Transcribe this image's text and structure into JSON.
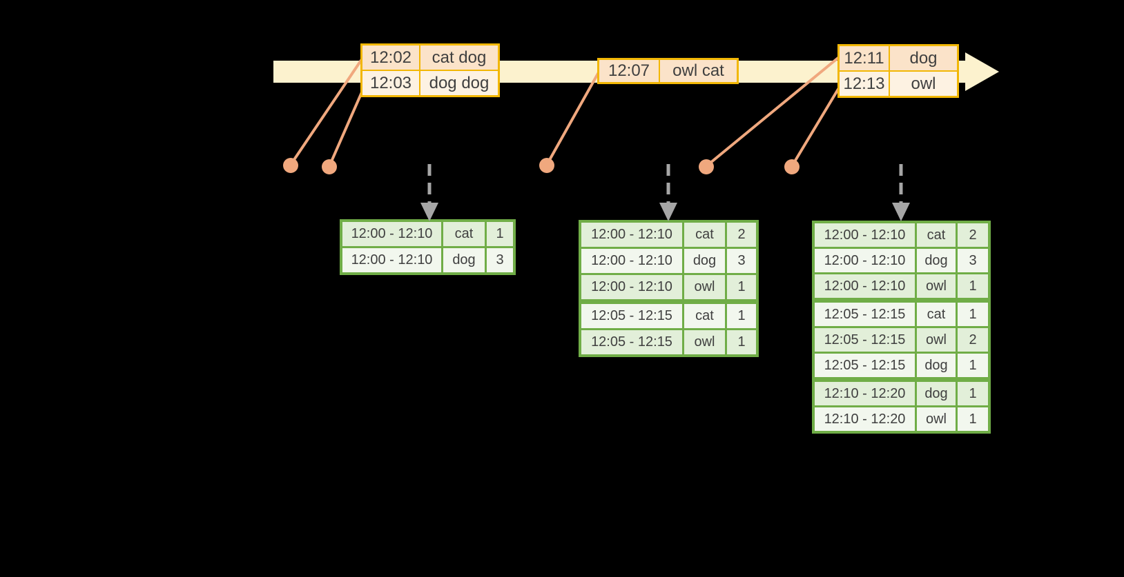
{
  "colors": {
    "background": "#000000",
    "timeline_fill": "#FCF2CE",
    "event_table_border": "#F2B705",
    "event_row_odd": "#FBE3C9",
    "event_row_even": "#FDF2E2",
    "result_table_border": "#70AD47",
    "result_row_odd": "#E2EFD9",
    "result_row_even": "#F2F7EE",
    "dot_and_line": "#F0A87E",
    "dashed_arrow": "#A6A6A6",
    "text": "#3F3F3F"
  },
  "event_tables": [
    {
      "id": "event-batch-1",
      "rows": [
        {
          "time": "12:02",
          "words": "cat dog"
        },
        {
          "time": "12:03",
          "words": "dog dog"
        }
      ]
    },
    {
      "id": "event-batch-2",
      "rows": [
        {
          "time": "12:07",
          "words": "owl cat"
        }
      ]
    },
    {
      "id": "event-batch-3",
      "rows": [
        {
          "time": "12:11",
          "words": "dog"
        },
        {
          "time": "12:13",
          "words": "owl"
        }
      ]
    }
  ],
  "result_tables": [
    {
      "id": "result-table-1",
      "rows": [
        {
          "window": "12:00 - 12:10",
          "word": "cat",
          "count": "1"
        },
        {
          "window": "12:00 - 12:10",
          "word": "dog",
          "count": "3"
        }
      ]
    },
    {
      "id": "result-table-2",
      "rows": [
        {
          "window": "12:00 - 12:10",
          "word": "cat",
          "count": "2"
        },
        {
          "window": "12:00 - 12:10",
          "word": "dog",
          "count": "3"
        },
        {
          "window": "12:00 - 12:10",
          "word": "owl",
          "count": "1"
        },
        {
          "window": "12:05 - 12:15",
          "word": "cat",
          "count": "1"
        },
        {
          "window": "12:05 - 12:15",
          "word": "owl",
          "count": "1"
        }
      ]
    },
    {
      "id": "result-table-3",
      "rows": [
        {
          "window": "12:00 - 12:10",
          "word": "cat",
          "count": "2"
        },
        {
          "window": "12:00 - 12:10",
          "word": "dog",
          "count": "3"
        },
        {
          "window": "12:00 - 12:10",
          "word": "owl",
          "count": "1"
        },
        {
          "window": "12:05 - 12:15",
          "word": "cat",
          "count": "1"
        },
        {
          "window": "12:05 - 12:15",
          "word": "owl",
          "count": "2"
        },
        {
          "window": "12:05 - 12:15",
          "word": "dog",
          "count": "1"
        },
        {
          "window": "12:10 - 12:20",
          "word": "dog",
          "count": "1"
        },
        {
          "window": "12:10 - 12:20",
          "word": "owl",
          "count": "1"
        }
      ]
    }
  ]
}
